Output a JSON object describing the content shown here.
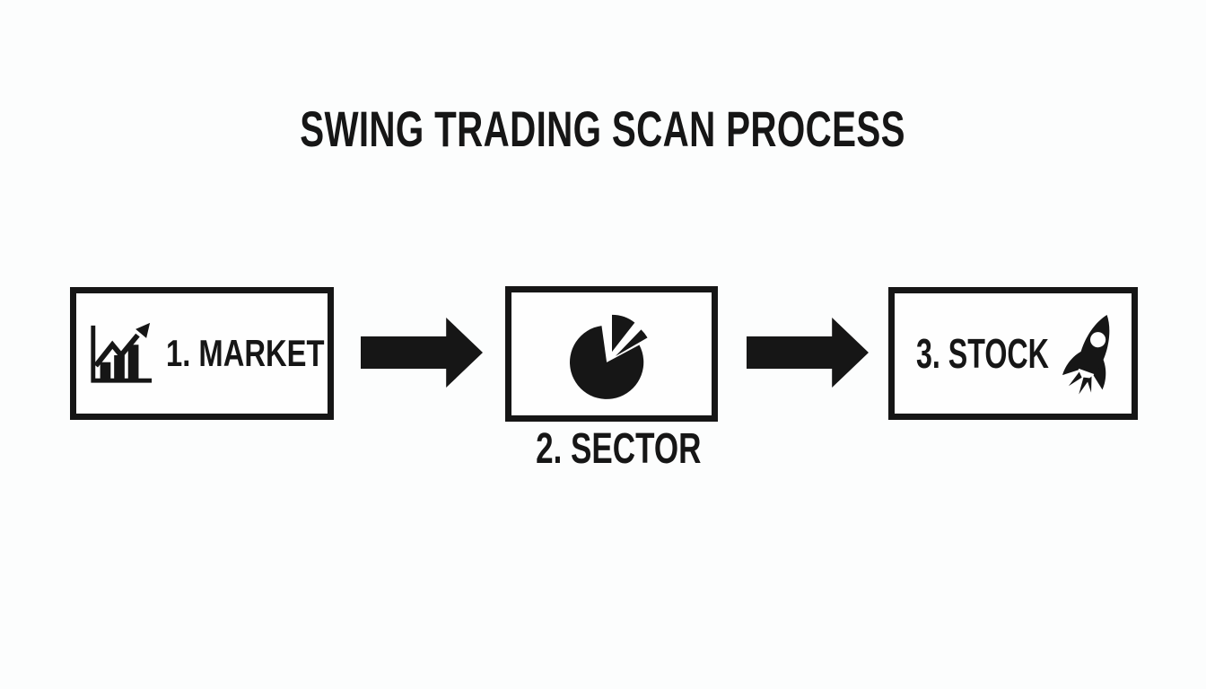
{
  "title": "SWING TRADING SCAN PROCESS",
  "steps": [
    {
      "label": "1. MARKET",
      "icon": "bar-chart-trend-icon",
      "label_position": "inside-box"
    },
    {
      "label": "2. SECTOR",
      "icon": "pie-chart-icon",
      "label_position": "below-box"
    },
    {
      "label": "3. STOCK",
      "icon": "rocket-icon",
      "label_position": "inside-box"
    }
  ],
  "connectors": [
    {
      "type": "arrow-right"
    },
    {
      "type": "arrow-right"
    }
  ],
  "colors": {
    "background": "#fcfdfd",
    "box_fill": "#fefefe",
    "foreground": "#161616"
  }
}
